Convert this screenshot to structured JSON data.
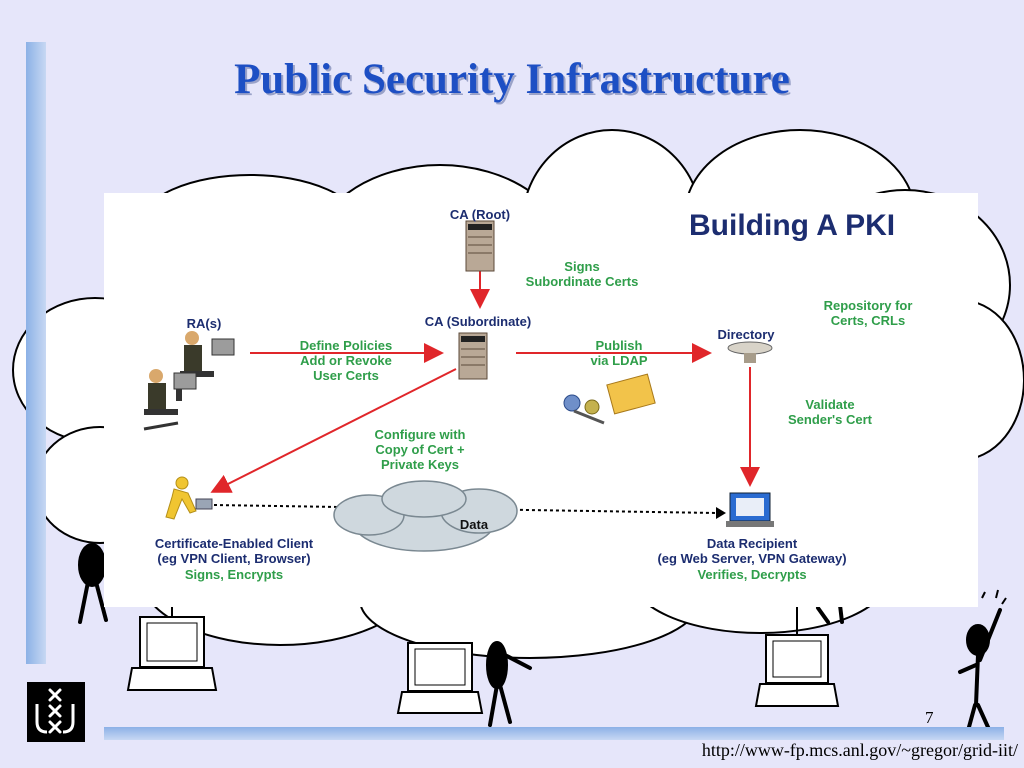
{
  "slide": {
    "title": "Public Security Infrastructure",
    "page_number": "7",
    "source_url": "http://www-fp.mcs.anl.gov/~gregor/grid-iit/"
  },
  "diagram": {
    "heading": "Building A PKI",
    "nodes": {
      "ca_root": "CA (Root)",
      "ca_subordinate": "CA (Subordinate)",
      "ras": "RA(s)",
      "directory": "Directory",
      "client": "Certificate-Enabled Client\n(eg VPN Client, Browser)",
      "client_role": "Signs, Encrypts",
      "recipient": "Data Recipient\n(eg Web Server, VPN Gateway)",
      "recipient_role": "Verifies, Decrypts",
      "data_cloud": "Data"
    },
    "edges": {
      "signs": "Signs\nSubordinate Certs",
      "define": "Define Policies\nAdd or Revoke\nUser Certs",
      "publish": "Publish\nvia LDAP",
      "repository": "Repository for\nCerts, CRLs",
      "validate": "Validate\nSender's Cert",
      "configure": "Configure with\nCopy of Cert +\nPrivate Keys"
    }
  },
  "colors": {
    "title": "#1d4fc4",
    "green_label": "#2f9e4a",
    "navy_label": "#1c2d70",
    "arrow": "#e0262a",
    "background": "#e6e6fa"
  }
}
